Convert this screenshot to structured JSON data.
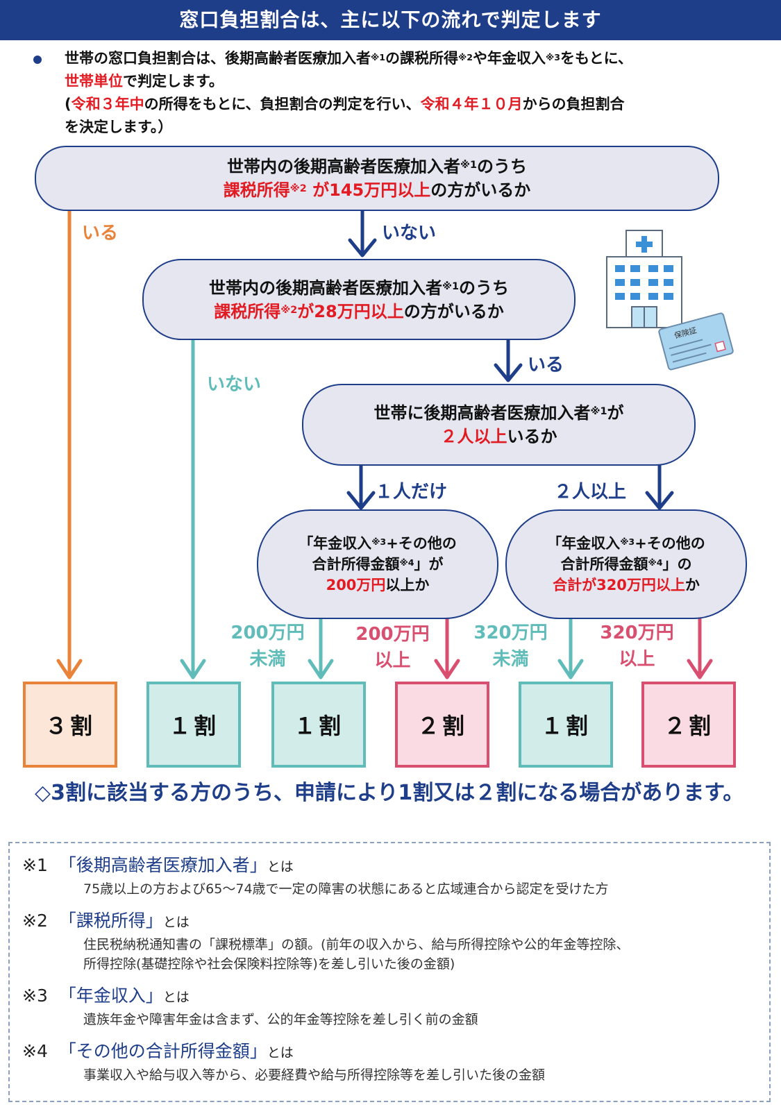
{
  "title": "窓口負担割合は、主に以下の流れで判定します",
  "intro": {
    "l1a": "世帯の窓口負担割合は、後期高齢者医療加入者",
    "s1": "※1",
    "l1b": "の課税所得",
    "s2": "※2",
    "l1c": "や年金収入",
    "s3": "※3",
    "l1d": "をもとに、",
    "l2a": "世帯単位",
    "l2b": "で判定します。",
    "l3a": "(",
    "l3b": "令和３年中",
    "l3c": "の所得をもとに、負担割合の判定を行い、",
    "l3d": "令和４年１０月",
    "l3e": "からの負担割合",
    "l4": "を決定します。）"
  },
  "nodes": {
    "q1": {
      "l1": "世帯内の後期高齢者医療加入者",
      "sup": "※1",
      "l1b": "のうち",
      "r1": "課税所得",
      "rsup": "※2",
      "r2": " が145万円以上",
      "l2": "の方がいるか"
    },
    "q2": {
      "l1": "世帯内の後期高齢者医療加入者",
      "sup": "※1",
      "l1b": "のうち",
      "r1": "課税所得",
      "rsup": "※2",
      "r2": "が28万円以上",
      "l2": "の方がいるか"
    },
    "q3": {
      "l1": "世帯に後期高齢者医療加入者",
      "sup": "※1",
      "l1b": "が",
      "r1": "２人以上",
      "l2": "いるか"
    },
    "q4": {
      "l1a": "「年金収入",
      "sup1": "※3",
      "l1b": "+その他の",
      "l2a": "合計所得金額",
      "sup2": "※4",
      "l2b": "」が",
      "r": "200万円",
      "l3": "以上か"
    },
    "q5": {
      "l1a": "「年金収入",
      "sup1": "※3",
      "l1b": "+その他の",
      "l2a": "合計所得金額",
      "sup2": "※4",
      "l2b": "」の",
      "r": "合計が320万円以上",
      "l3": "か"
    }
  },
  "branches": {
    "iru1": "いる",
    "inai1": "いない",
    "inai2": "いない",
    "iru2": "いる",
    "hitori": "１人だけ",
    "futari": "２人以上",
    "lt200a": "200万円",
    "lt200b": "未満",
    "ge200a": "200万円",
    "ge200b": "以上",
    "lt320a": "320万円",
    "lt320b": "未満",
    "ge320a": "320万円",
    "ge320b": "以上"
  },
  "results": [
    "３割",
    "１割",
    "１割",
    "２割",
    "１割",
    "２割"
  ],
  "note": "◇3割に該当する方のうち、申請により1割又は２割になる場合があります。",
  "illustration": {
    "card_text": "保険証"
  },
  "definitions": [
    {
      "key": "※1",
      "term": "「後期高齢者医療加入者」",
      "suffix": "とは",
      "body": [
        "75歳以上の方および65～74歳で一定の障害の状態にあると広域連合から認定を受けた方"
      ]
    },
    {
      "key": "※2",
      "term": "「課税所得」",
      "suffix": "とは",
      "body": [
        "住民税納税通知書の「課税標準」の額。(前年の収入から、給与所得控除や公的年金等控除、",
        "所得控除(基礎控除や社会保険料控除等)を差し引いた後の金額)"
      ]
    },
    {
      "key": "※3",
      "term": "「年金収入」",
      "suffix": "とは",
      "body": [
        "遺族年金や障害年金は含まず、公的年金等控除を差し引く前の金額"
      ]
    },
    {
      "key": "※4",
      "term": "「その他の合計所得金額」",
      "suffix": "とは",
      "body": [
        "事業収入や給与収入等から、必要経費や給与所得控除等を差し引いた後の金額"
      ]
    }
  ],
  "colors": {
    "navy": "#1f3e8a",
    "red": "#e21b23",
    "orange": "#e9833a",
    "teal": "#5fbcb8",
    "pink": "#d94f70"
  }
}
